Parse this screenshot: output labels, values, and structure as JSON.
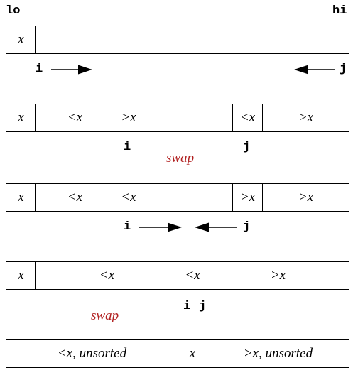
{
  "colors": {
    "text": "#000000",
    "swap": "#b22222",
    "border": "#000000",
    "background": "#ffffff"
  },
  "labels": {
    "lo": "lo",
    "hi": "hi"
  },
  "stages": [
    {
      "cells": [
        {
          "text": "x"
        },
        {
          "text": ""
        }
      ],
      "pointers": {
        "i": "i",
        "j": "j"
      }
    },
    {
      "cells": [
        {
          "text": "x"
        },
        {
          "text": "<x"
        },
        {
          "text": ">x"
        },
        {
          "text": ""
        },
        {
          "text": "<x"
        },
        {
          "text": ">x"
        }
      ],
      "pointers": {
        "i": "i",
        "j": "j",
        "swap": "swap"
      }
    },
    {
      "cells": [
        {
          "text": "x"
        },
        {
          "text": "<x"
        },
        {
          "text": "<x"
        },
        {
          "text": ""
        },
        {
          "text": ">x"
        },
        {
          "text": ">x"
        }
      ],
      "pointers": {
        "i": "i",
        "j": "j"
      }
    },
    {
      "cells": [
        {
          "text": "x"
        },
        {
          "text": "<x"
        },
        {
          "text": "<x"
        },
        {
          "text": ">x"
        }
      ],
      "pointers": {
        "i": "i",
        "j": "j",
        "swap": "swap"
      }
    },
    {
      "cells": [
        {
          "text": "<x, unsorted"
        },
        {
          "text": "x"
        },
        {
          "text": ">x, unsorted"
        }
      ]
    }
  ]
}
